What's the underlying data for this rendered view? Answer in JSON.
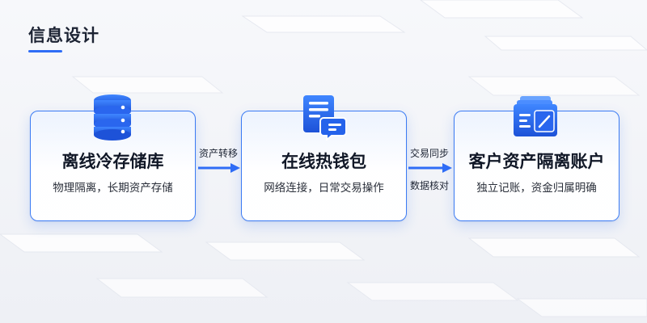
{
  "page": {
    "title": "信息设计"
  },
  "cards": [
    {
      "title": "离线冷存储库",
      "subtitle": "物理隔离，长期资产存储",
      "icon": "database-icon"
    },
    {
      "title": "在线热钱包",
      "subtitle": "网络连接，日常交易操作",
      "icon": "document-chat-icon"
    },
    {
      "title": "客户资产隔离账户",
      "subtitle": "独立记账，资金归属明确",
      "icon": "folder-edit-icon"
    }
  ],
  "connectors": [
    {
      "label_top": "资产转移"
    },
    {
      "label_top": "交易同步",
      "label_bottom": "数据核对"
    }
  ],
  "colors": {
    "accent": "#2f6df6",
    "card_border": "#3b7bf4",
    "title": "#1c2333"
  }
}
